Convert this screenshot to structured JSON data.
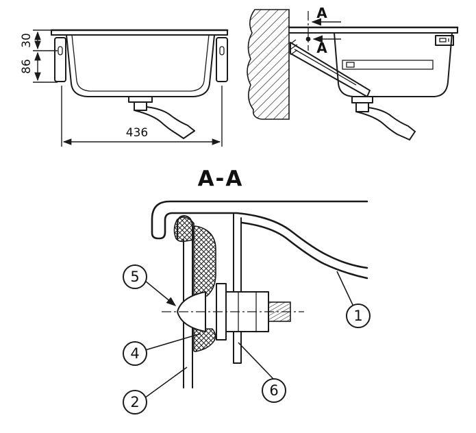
{
  "page": {
    "type": "technical-drawing",
    "colors": {
      "ink": "#1a1a1a",
      "paper": "#ffffff"
    }
  },
  "front_view": {
    "dim_width": "436",
    "dim_top": "30",
    "dim_side": "86"
  },
  "side_view": {
    "cut_label_top": "A",
    "cut_label_bottom": "A"
  },
  "section": {
    "title": "A-A",
    "callouts": [
      {
        "label": "1"
      },
      {
        "label": "2"
      },
      {
        "label": "4"
      },
      {
        "label": "5"
      },
      {
        "label": "6"
      }
    ]
  }
}
